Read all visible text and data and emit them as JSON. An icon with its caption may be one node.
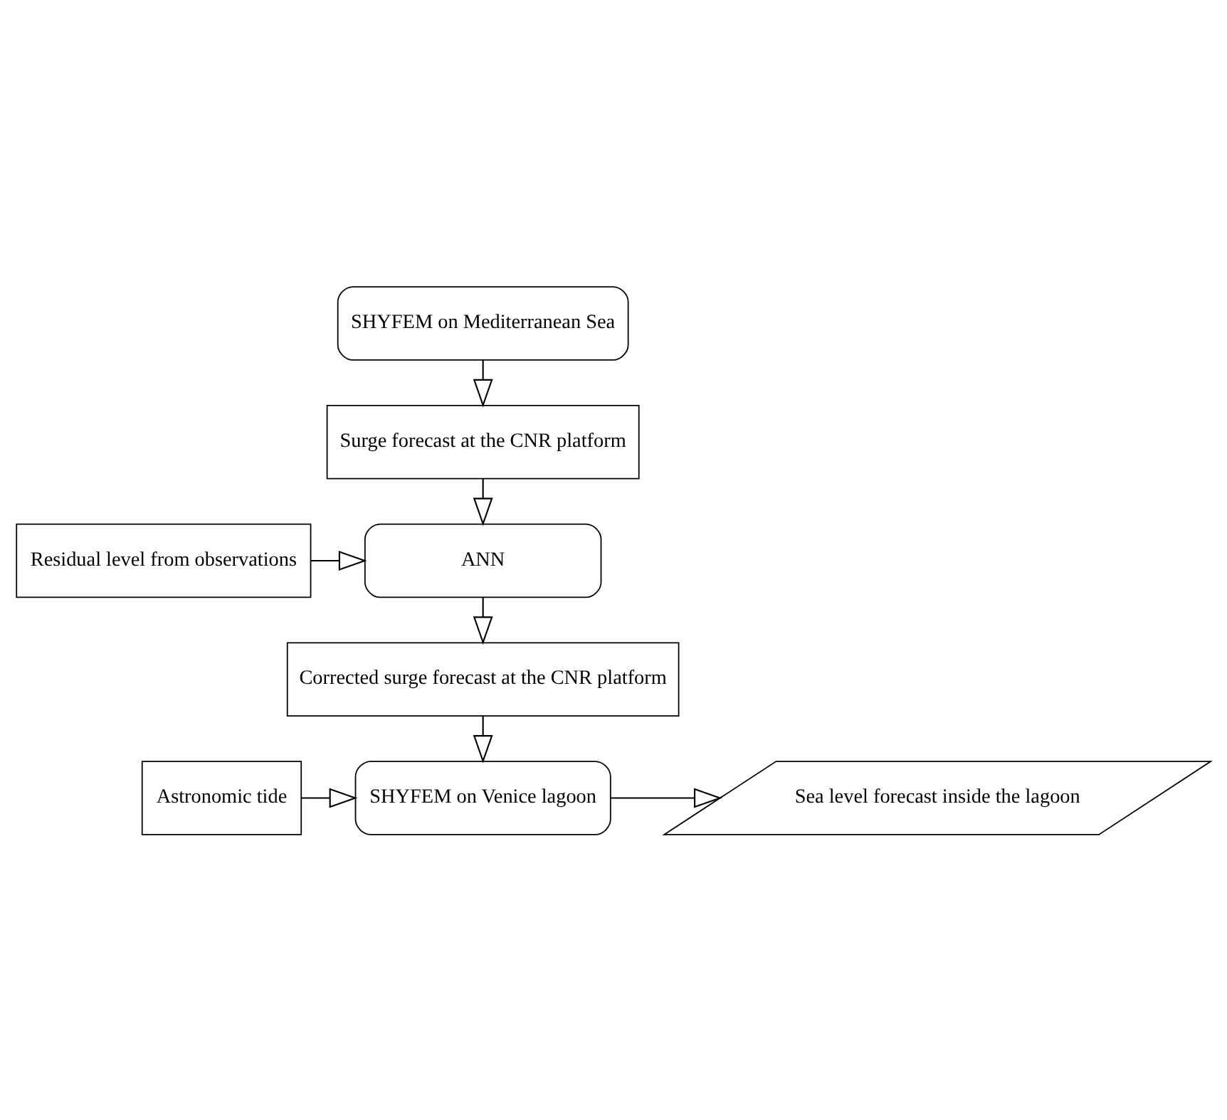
{
  "diagram": {
    "nodes": [
      {
        "text": [
          "SHYFEM on Mediterranean Sea"
        ]
      },
      {
        "text": [
          "Surge forecast at the CNR platform"
        ]
      },
      {
        "text": [
          "Residual level from observations"
        ]
      },
      {
        "text": [
          "ANN"
        ]
      },
      {
        "text": [
          "Corrected surge forecast at the CNR platform"
        ]
      },
      {
        "text": [
          "Astronomic tide"
        ]
      },
      {
        "text": [
          "SHYFEM on Venice lagoon"
        ]
      },
      {
        "text": [
          "Sea level forecast inside the lagoon"
        ]
      }
    ],
    "edges": [
      {
        "from": 0,
        "to": 1,
        "arrow": "to"
      },
      {
        "from": 1,
        "to": 3,
        "arrow": "to"
      },
      {
        "from": 2,
        "to": 3,
        "arrow": "to"
      },
      {
        "from": 3,
        "to": 4,
        "arrow": "to"
      },
      {
        "from": 4,
        "to": 6,
        "arrow": "to"
      },
      {
        "from": 5,
        "to": 6,
        "arrow": "to"
      },
      {
        "from": 6,
        "to": 7,
        "arrow": "to"
      }
    ]
  }
}
